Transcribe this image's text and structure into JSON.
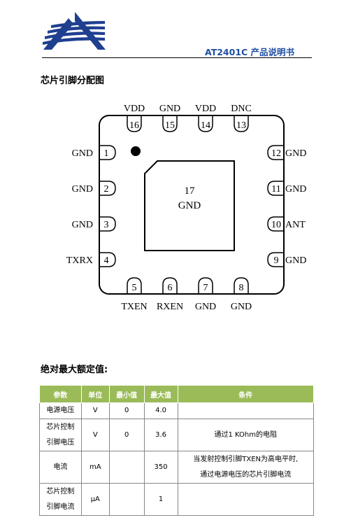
{
  "header": {
    "title": "AT2401C  产品说明书"
  },
  "section_pinout": {
    "title": "芯片引脚分配图"
  },
  "pinout": {
    "top_labels": [
      "VDD",
      "GND",
      "VDD",
      "DNC"
    ],
    "top_pins": [
      "16",
      "15",
      "14",
      "13"
    ],
    "left_labels": [
      "GND",
      "GND",
      "GND",
      "TXRX"
    ],
    "left_pins": [
      "1",
      "2",
      "3",
      "4"
    ],
    "right_labels": [
      "GND",
      "GND",
      "ANT",
      "GND"
    ],
    "right_pins": [
      "12",
      "11",
      "10",
      "9"
    ],
    "bottom_labels": [
      "TXEN",
      "RXEN",
      "GND",
      "GND"
    ],
    "bottom_pins": [
      "5",
      "6",
      "7",
      "8"
    ],
    "center_pin": "17",
    "center_label": "GND"
  },
  "section_ratings": {
    "title": "绝对最大额定值:"
  },
  "table": {
    "headers": [
      "参数",
      "单位",
      "最小值",
      "最大值",
      "条件"
    ],
    "rows": [
      {
        "param_l1": "电源电压",
        "param_l2": "",
        "unit": "V",
        "min": "0",
        "max": "4.0",
        "cond_l1": "",
        "cond_l2": ""
      },
      {
        "param_l1": "芯片控制",
        "param_l2": "引脚电压",
        "unit": "V",
        "min": "0",
        "max": "3.6",
        "cond_l1": "通过1 KOhm的电阻",
        "cond_l2": ""
      },
      {
        "param_l1": "电流",
        "param_l2": "",
        "unit": "mA",
        "min": "",
        "max": "350",
        "cond_l1": "当发射控制引脚TXEN为高电平时,",
        "cond_l2": "通过电源电压的芯片引脚电流"
      },
      {
        "param_l1": "芯片控制",
        "param_l2": "引脚电流",
        "unit": "μA",
        "min": "",
        "max": "1",
        "cond_l1": "",
        "cond_l2": ""
      }
    ]
  }
}
